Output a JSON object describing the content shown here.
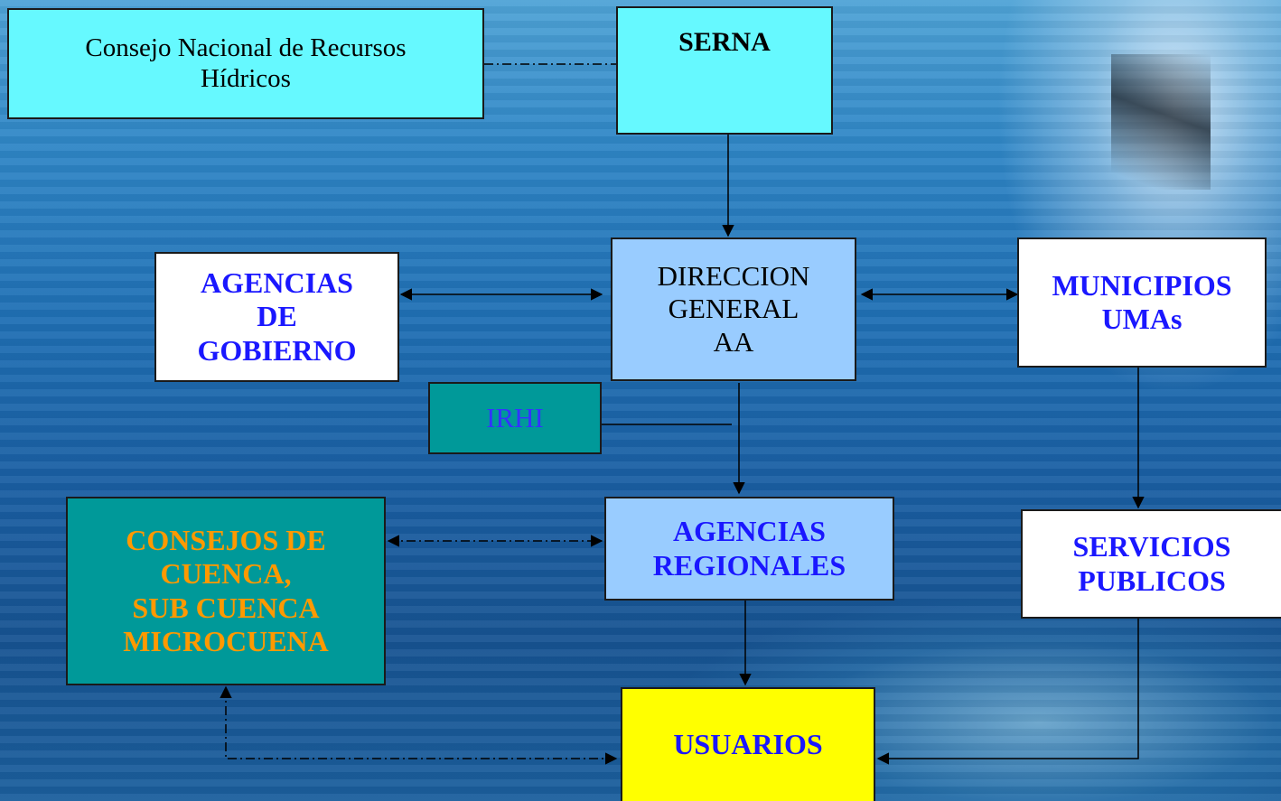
{
  "diagram": {
    "nodes": {
      "consejo_nacional": {
        "label": "Consejo Nacional de Recursos\nHídricos",
        "fill": "#66f9ff"
      },
      "serna": {
        "label": "SERNA",
        "fill": "#66f9ff"
      },
      "direccion_general": {
        "label": "DIRECCION\nGENERAL\nAA",
        "fill": "#99ccff"
      },
      "agencias_gobierno": {
        "label": "AGENCIAS\nDE\nGOBIERNO",
        "fill": "#ffffff"
      },
      "municipios": {
        "label": "MUNICIPIOS\nUMAs",
        "fill": "#ffffff"
      },
      "irhi": {
        "label": "IRHI",
        "fill": "#009999"
      },
      "agencias_regionales": {
        "label": "AGENCIAS\nREGIONALES",
        "fill": "#99ccff"
      },
      "consejos_cuenca": {
        "label": "CONSEJOS DE\nCUENCA,\nSUB CUENCA\nMICROCUENA",
        "fill": "#009999"
      },
      "servicios_publicos": {
        "label": "SERVICIOS\nPUBLICOS",
        "fill": "#ffffff"
      },
      "usuarios": {
        "label": "USUARIOS",
        "fill": "#ffff00"
      }
    },
    "edges": [
      {
        "from": "consejo_nacional",
        "to": "serna",
        "style": "dash-dot",
        "arrow": "none"
      },
      {
        "from": "serna",
        "to": "direccion_general",
        "style": "solid",
        "arrow": "end"
      },
      {
        "from": "agencias_gobierno",
        "to": "direccion_general",
        "style": "solid",
        "arrow": "both"
      },
      {
        "from": "direccion_general",
        "to": "municipios",
        "style": "solid",
        "arrow": "both"
      },
      {
        "from": "irhi",
        "to": "direccion_general",
        "style": "solid",
        "arrow": "none"
      },
      {
        "from": "direccion_general",
        "to": "agencias_regionales",
        "style": "solid",
        "arrow": "end"
      },
      {
        "from": "consejos_cuenca",
        "to": "agencias_regionales",
        "style": "dash-dot",
        "arrow": "both"
      },
      {
        "from": "agencias_regionales",
        "to": "usuarios",
        "style": "solid",
        "arrow": "end"
      },
      {
        "from": "municipios",
        "to": "servicios_publicos",
        "style": "solid",
        "arrow": "end"
      },
      {
        "from": "servicios_publicos",
        "to": "usuarios",
        "style": "solid",
        "arrow": "end"
      },
      {
        "from": "usuarios",
        "to": "consejos_cuenca",
        "style": "dash-dot",
        "arrow": "both"
      }
    ],
    "colors": {
      "title_blue": "#1a17ff",
      "orange_text": "#ff9900",
      "irhi_text": "#3333ff",
      "line": "#000000"
    }
  }
}
